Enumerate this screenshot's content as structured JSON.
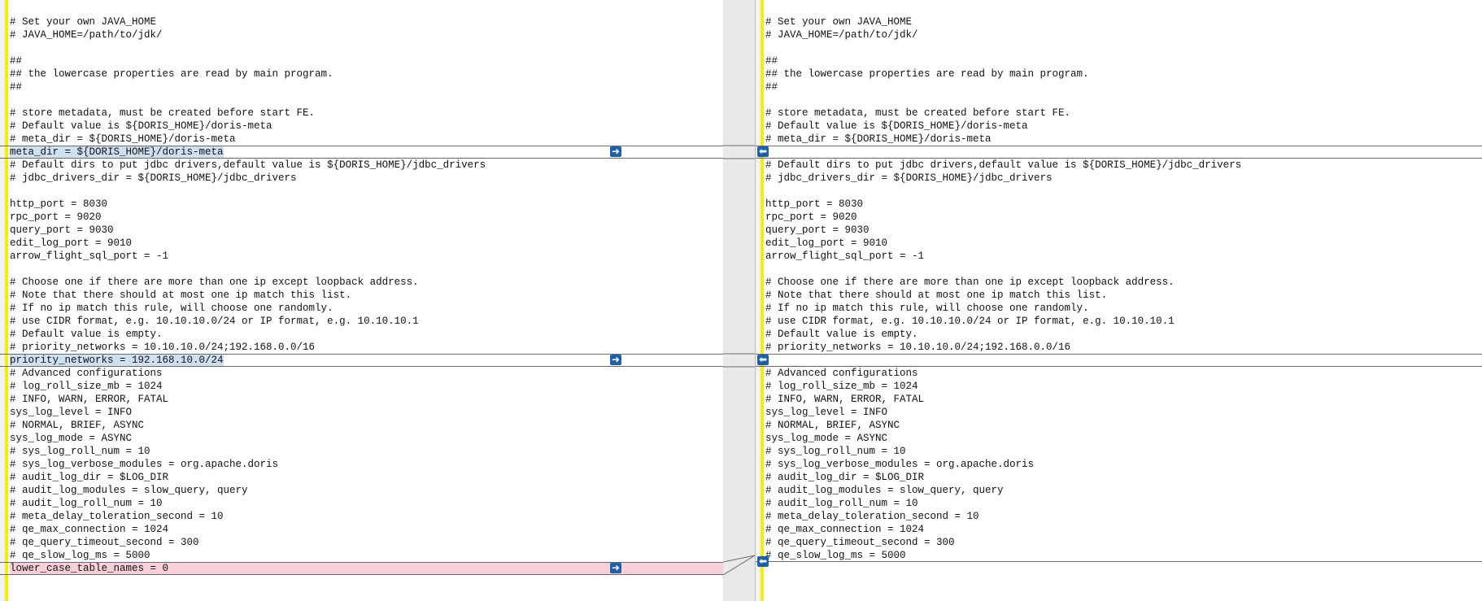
{
  "left_lines": [
    {
      "text": "# Set your own JAVA_HOME",
      "state": "normal"
    },
    {
      "text": "# JAVA_HOME=/path/to/jdk/",
      "state": "normal"
    },
    {
      "text": "",
      "state": "normal"
    },
    {
      "text": "##",
      "state": "normal"
    },
    {
      "text": "## the lowercase properties are read by main program.",
      "state": "normal"
    },
    {
      "text": "##",
      "state": "normal"
    },
    {
      "text": "",
      "state": "normal"
    },
    {
      "text": "# store metadata, must be created before start FE.",
      "state": "normal"
    },
    {
      "text": "# Default value is ${DORIS_HOME}/doris-meta",
      "state": "normal"
    },
    {
      "text": "# meta_dir = ${DORIS_HOME}/doris-meta",
      "state": "normal"
    },
    {
      "text": "meta_dir = ${DORIS_HOME}/doris-meta",
      "state": "changed"
    },
    {
      "text": "# Default dirs to put jdbc drivers,default value is ${DORIS_HOME}/jdbc_drivers",
      "state": "normal"
    },
    {
      "text": "# jdbc_drivers_dir = ${DORIS_HOME}/jdbc_drivers",
      "state": "normal"
    },
    {
      "text": "",
      "state": "normal"
    },
    {
      "text": "http_port = 8030",
      "state": "normal"
    },
    {
      "text": "rpc_port = 9020",
      "state": "normal"
    },
    {
      "text": "query_port = 9030",
      "state": "normal"
    },
    {
      "text": "edit_log_port = 9010",
      "state": "normal"
    },
    {
      "text": "arrow_flight_sql_port = -1",
      "state": "normal"
    },
    {
      "text": "",
      "state": "normal"
    },
    {
      "text": "# Choose one if there are more than one ip except loopback address.",
      "state": "normal"
    },
    {
      "text": "# Note that there should at most one ip match this list.",
      "state": "normal"
    },
    {
      "text": "# If no ip match this rule, will choose one randomly.",
      "state": "normal"
    },
    {
      "text": "# use CIDR format, e.g. 10.10.10.0/24 or IP format, e.g. 10.10.10.1",
      "state": "normal"
    },
    {
      "text": "# Default value is empty.",
      "state": "normal"
    },
    {
      "text": "# priority_networks = 10.10.10.0/24;192.168.0.0/16",
      "state": "normal"
    },
    {
      "text": "priority_networks = 192.168.10.0/24",
      "state": "changed"
    },
    {
      "text": "# Advanced configurations",
      "state": "normal"
    },
    {
      "text": "# log_roll_size_mb = 1024",
      "state": "normal"
    },
    {
      "text": "# INFO, WARN, ERROR, FATAL",
      "state": "normal"
    },
    {
      "text": "sys_log_level = INFO",
      "state": "normal"
    },
    {
      "text": "# NORMAL, BRIEF, ASYNC",
      "state": "normal"
    },
    {
      "text": "sys_log_mode = ASYNC",
      "state": "normal"
    },
    {
      "text": "# sys_log_roll_num = 10",
      "state": "normal"
    },
    {
      "text": "# sys_log_verbose_modules = org.apache.doris",
      "state": "normal"
    },
    {
      "text": "# audit_log_dir = $LOG_DIR",
      "state": "normal"
    },
    {
      "text": "# audit_log_modules = slow_query, query",
      "state": "normal"
    },
    {
      "text": "# audit_log_roll_num = 10",
      "state": "normal"
    },
    {
      "text": "# meta_delay_toleration_second = 10",
      "state": "normal"
    },
    {
      "text": "# qe_max_connection = 1024",
      "state": "normal"
    },
    {
      "text": "# qe_query_timeout_second = 300",
      "state": "normal"
    },
    {
      "text": "# qe_slow_log_ms = 5000",
      "state": "normal"
    },
    {
      "text": "lower_case_table_names = 0",
      "state": "added"
    }
  ],
  "right_lines": [
    {
      "text": "# Set your own JAVA_HOME",
      "state": "normal"
    },
    {
      "text": "# JAVA_HOME=/path/to/jdk/",
      "state": "normal"
    },
    {
      "text": "",
      "state": "normal"
    },
    {
      "text": "##",
      "state": "normal"
    },
    {
      "text": "## the lowercase properties are read by main program.",
      "state": "normal"
    },
    {
      "text": "##",
      "state": "normal"
    },
    {
      "text": "",
      "state": "normal"
    },
    {
      "text": "# store metadata, must be created before start FE.",
      "state": "normal"
    },
    {
      "text": "# Default value is ${DORIS_HOME}/doris-meta",
      "state": "normal"
    },
    {
      "text": "# meta_dir = ${DORIS_HOME}/doris-meta",
      "state": "normal"
    },
    {
      "text": "",
      "state": "missing"
    },
    {
      "text": "# Default dirs to put jdbc drivers,default value is ${DORIS_HOME}/jdbc_drivers",
      "state": "normal"
    },
    {
      "text": "# jdbc_drivers_dir = ${DORIS_HOME}/jdbc_drivers",
      "state": "normal"
    },
    {
      "text": "",
      "state": "normal"
    },
    {
      "text": "http_port = 8030",
      "state": "normal"
    },
    {
      "text": "rpc_port = 9020",
      "state": "normal"
    },
    {
      "text": "query_port = 9030",
      "state": "normal"
    },
    {
      "text": "edit_log_port = 9010",
      "state": "normal"
    },
    {
      "text": "arrow_flight_sql_port = -1",
      "state": "normal"
    },
    {
      "text": "",
      "state": "normal"
    },
    {
      "text": "# Choose one if there are more than one ip except loopback address.",
      "state": "normal"
    },
    {
      "text": "# Note that there should at most one ip match this list.",
      "state": "normal"
    },
    {
      "text": "# If no ip match this rule, will choose one randomly.",
      "state": "normal"
    },
    {
      "text": "# use CIDR format, e.g. 10.10.10.0/24 or IP format, e.g. 10.10.10.1",
      "state": "normal"
    },
    {
      "text": "# Default value is empty.",
      "state": "normal"
    },
    {
      "text": "# priority_networks = 10.10.10.0/24;192.168.0.0/16",
      "state": "normal"
    },
    {
      "text": "",
      "state": "missing"
    },
    {
      "text": "# Advanced configurations",
      "state": "normal"
    },
    {
      "text": "# log_roll_size_mb = 1024",
      "state": "normal"
    },
    {
      "text": "# INFO, WARN, ERROR, FATAL",
      "state": "normal"
    },
    {
      "text": "sys_log_level = INFO",
      "state": "normal"
    },
    {
      "text": "# NORMAL, BRIEF, ASYNC",
      "state": "normal"
    },
    {
      "text": "sys_log_mode = ASYNC",
      "state": "normal"
    },
    {
      "text": "# sys_log_roll_num = 10",
      "state": "normal"
    },
    {
      "text": "# sys_log_verbose_modules = org.apache.doris",
      "state": "normal"
    },
    {
      "text": "# audit_log_dir = $LOG_DIR",
      "state": "normal"
    },
    {
      "text": "# audit_log_modules = slow_query, query",
      "state": "normal"
    },
    {
      "text": "# audit_log_roll_num = 10",
      "state": "normal"
    },
    {
      "text": "# meta_delay_toleration_second = 10",
      "state": "normal"
    },
    {
      "text": "# qe_max_connection = 1024",
      "state": "normal"
    },
    {
      "text": "# qe_query_timeout_second = 300",
      "state": "normal"
    },
    {
      "text": "# qe_slow_log_ms = 5000",
      "state": "normal"
    }
  ],
  "icons": {
    "copy_right": "arrow-right-icon",
    "copy_left": "arrow-left-icon"
  },
  "colors": {
    "changed_bg": "#cfe0f2",
    "added_bg": "#f9cfd9",
    "change_bar": "#f5f000",
    "arrow": "#1f5fa8"
  }
}
